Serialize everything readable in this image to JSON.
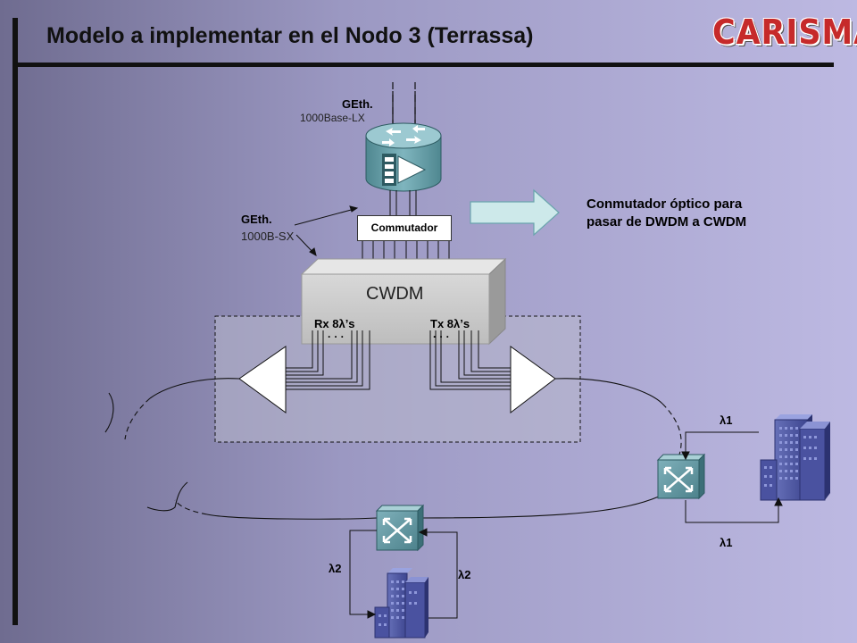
{
  "title": "Modelo a implementar en el Nodo 3 (Terrassa)",
  "logo": "CARISMA",
  "router": {
    "top_label": "GEth.",
    "top_sublabel": "1000Base-LX"
  },
  "geth_left": {
    "label": "GEth.",
    "sublabel": "1000B-SX"
  },
  "commutador_label": "Commutador",
  "cwdm": {
    "label": "CWDM",
    "rx_label": "Rx 8λ’s",
    "tx_label": "Tx 8λ’s",
    "rx_dots": "· · ·",
    "tx_dots": "· · ·"
  },
  "callout": {
    "text": "Conmutador óptico para pasar de DWDM a CWDM"
  },
  "lambda_labels": {
    "right_top": "λ1",
    "right_bottom": "λ1",
    "bottom_left": "λ2",
    "bottom_right": "λ2"
  },
  "colors": {
    "background_left": "#6f6c90",
    "background_right": "#bdb9e2",
    "router_teal": "#6fa3ad",
    "building_blue": "#5a64a8",
    "arrow_fill": "#cde9ea",
    "logo_red": "#c62a2a"
  }
}
